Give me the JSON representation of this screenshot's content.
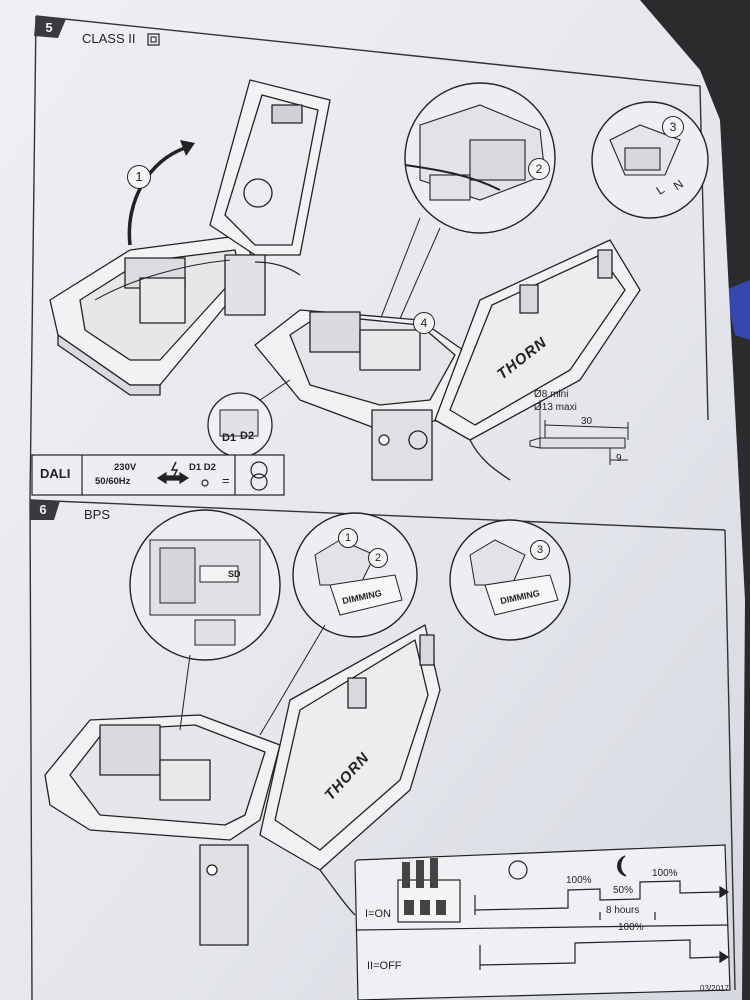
{
  "section5": {
    "number": "5",
    "title": "CLASS II",
    "steps": [
      "1",
      "2",
      "3",
      "4"
    ],
    "terminal_labels": [
      "L",
      "N"
    ],
    "dali_terminals": [
      "D1",
      "D2"
    ],
    "brand": "THORN",
    "cable": {
      "diameter_min": "Ø8 mini",
      "diameter_max": "Ø13 maxi",
      "strip_length": "30",
      "wire_strip": "9"
    },
    "dali_table": {
      "label": "DALI",
      "supply_voltage": "230V",
      "supply_freq": "50/60Hz",
      "terminals": "D1 D2",
      "equals": "="
    }
  },
  "section6": {
    "number": "6",
    "title": "BPS",
    "steps": [
      "1",
      "2",
      "3"
    ],
    "connector_label": "SD",
    "dimming_tag": "DIMMING",
    "brand": "THORN",
    "schedule": {
      "row1_label": "I=ON",
      "row2_label": "II=OFF",
      "level_high": "100%",
      "level_mid": "50%",
      "level_high2": "100%",
      "duration": "8 hours",
      "row2_level": "100%"
    }
  },
  "footer": {
    "date_code": "03/2017"
  },
  "colors": {
    "paper": "#e8e9ee",
    "ink": "#1e1e22",
    "background": "#2b2b2e"
  }
}
